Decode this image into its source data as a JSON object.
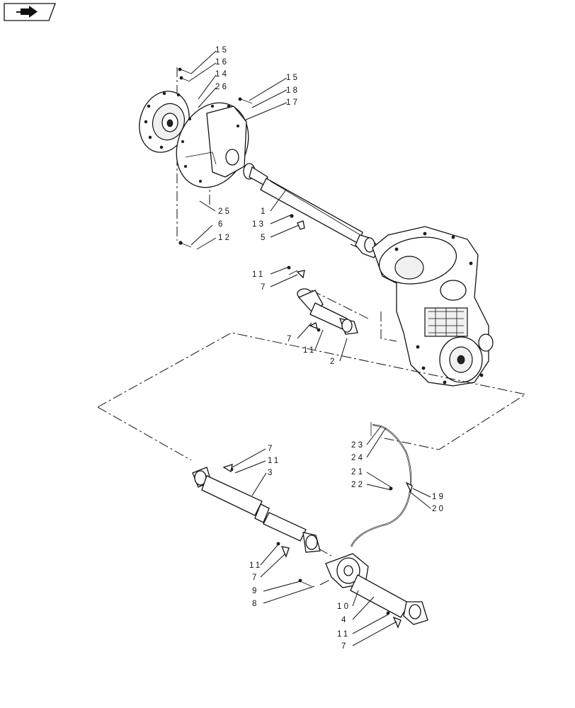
{
  "toolbar": {
    "nav_icon": "arrow-right-icon"
  },
  "callouts": {
    "c15a": "15",
    "c16": "16",
    "c14": "14",
    "c26": "26",
    "c15b": "15",
    "c18": "18",
    "c17": "17",
    "c25": "25",
    "c1": "1",
    "c13": "13",
    "c5": "5",
    "c6": "6",
    "c12": "12",
    "c11a": "11",
    "c7a": "7",
    "c7b": "7",
    "c11b": "11",
    "c2": "2",
    "c7c": "7",
    "c11c": "11",
    "c3": "3",
    "c23": "23",
    "c24": "24",
    "c21": "21",
    "c22": "22",
    "c19": "19",
    "c20": "20",
    "c11d": "11",
    "c7d": "7",
    "c9": "9",
    "c8": "8",
    "c10": "10",
    "c4": "4",
    "c11e": "11",
    "c7e": "7"
  }
}
